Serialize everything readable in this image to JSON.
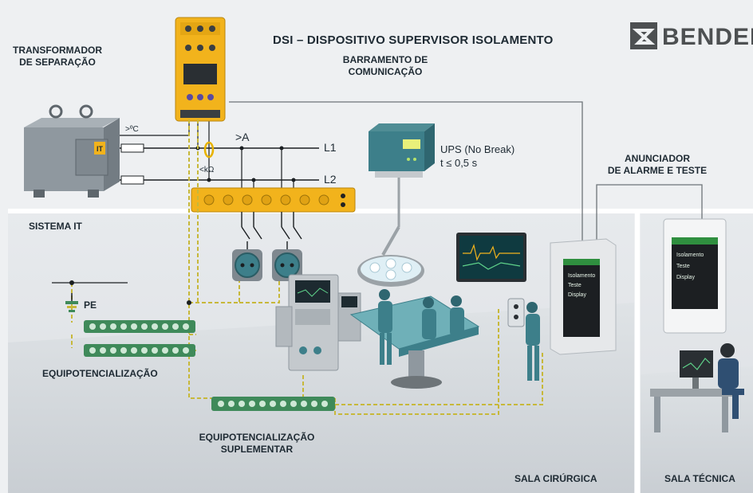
{
  "title": "DSI – DISPOSITIVO SUPERVISOR ISOLAMENTO",
  "brand": "BENDER",
  "labels": {
    "transformer": [
      "TRANSFORMADOR",
      "DE SEPARAÇÃO"
    ],
    "bus": [
      "BARRAMENTO DE",
      "COMUNICAÇÃO"
    ],
    "ups": [
      "UPS (No Break)",
      "t ≤ 0,5 s"
    ],
    "annunciator": [
      "ANUNCIADOR",
      "DE ALARME E TESTE"
    ],
    "it_system": "SISTEMA IT",
    "pe": "PE",
    "equipotential": "EQUIPOTENCIALIZAÇÃO",
    "supplementary": [
      "EQUIPOTENCIALIZAÇÃO",
      "SUPLEMENTAR"
    ],
    "surgery_room": "SALA CIRÚRGICA",
    "technical_room": "SALA TÉCNICA",
    "line1": "L1",
    "line2": "L2",
    "temp": ">ºC",
    "current": ">A",
    "resistance": "<kΩ",
    "it_badge": "IT"
  },
  "annunciator_screen": {
    "rows": [
      "Isolamento",
      "Teste",
      "Display"
    ]
  },
  "colors": {
    "device_yellow": "#f2b31c",
    "busbar_green": "#3f8a5a",
    "pe_dash": "#c7b83a",
    "medical_teal": "#3d7f8a",
    "screen_green": "#2f8f3f"
  }
}
